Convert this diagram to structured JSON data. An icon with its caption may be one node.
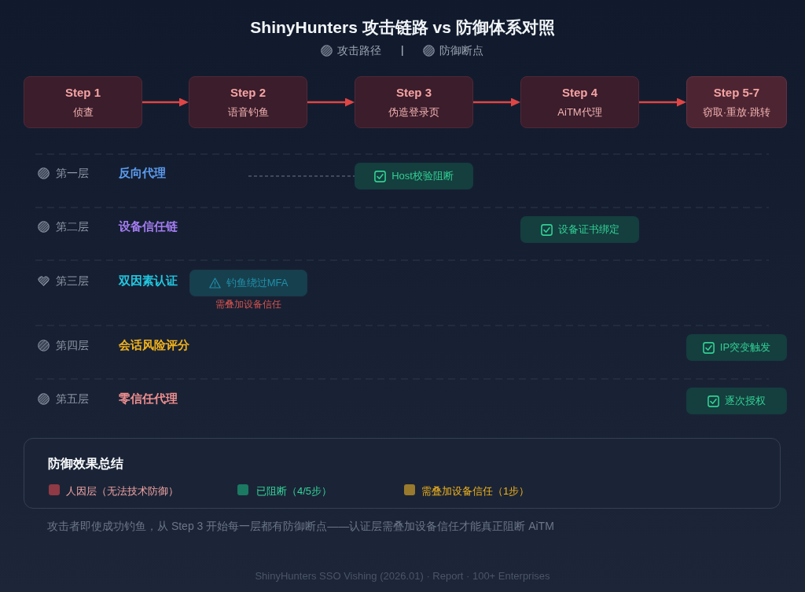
{
  "diagram": {
    "title": "ShinyHunters 攻击链路 vs 防御体系对照",
    "nodes": [
      {
        "text": [
          "Step 1",
          "侦查"
        ]
      },
      {
        "text": [
          "Step 2",
          "语音钓鱼"
        ]
      },
      {
        "text": [
          "Step 3",
          "伪造登录页"
        ]
      },
      {
        "text": [
          "Step 4",
          "AiTM代理"
        ]
      },
      {
        "text": [
          "Step 5-7",
          "窃取·重放·跳转"
        ]
      },
      {
        "text": [
          "Host校验阻断"
        ]
      },
      {
        "text": [
          "设备证书绑定"
        ]
      },
      {
        "text": [
          "钓鱼绕过MFA"
        ],
        "beside": [
          "需叠加设备信任"
        ]
      },
      {
        "text": [
          "IP突变触发"
        ]
      },
      {
        "text": [
          "逐次授权"
        ]
      },
      {
        "text": [
          "防御效果总结"
        ]
      }
    ],
    "edges": [
      {
        "from": 0,
        "to": 1,
        "arrow": "to"
      },
      {
        "from": 1,
        "to": 2,
        "arrow": "to"
      },
      {
        "from": 2,
        "to": 3,
        "arrow": "to"
      },
      {
        "from": 3,
        "to": 4,
        "arrow": "to"
      },
      {
        "from": null,
        "to": 5,
        "arrow": "none",
        "style": "dashed",
        "color": "#6b7688"
      }
    ],
    "labels": [
      "第一层",
      "反向代理",
      "第二层",
      "设备信任链",
      "第三层",
      "双因素认证",
      "第四层",
      "会话风险评分",
      "第五层",
      "零信任代理",
      "攻击者即使成功钓鱼，从 Step 3 开始每一层都有防御断点——认证层需叠加设备信任才能真正阻断 AiTM",
      "ShinyHunters SSO Vishing (2026.01) · Report · 100+ Enterprises"
    ],
    "legend": [
      {
        "text": "攻击路径"
      },
      {
        "text": "防御断点"
      },
      {
        "text": "人因层（无法技术防御）",
        "color": "#8f3a44"
      },
      {
        "text": "已阻断（4/5步）",
        "color": "#1b7a62"
      },
      {
        "text": "需叠加设备信任（1步）",
        "color": "#9a7a2c"
      }
    ]
  }
}
